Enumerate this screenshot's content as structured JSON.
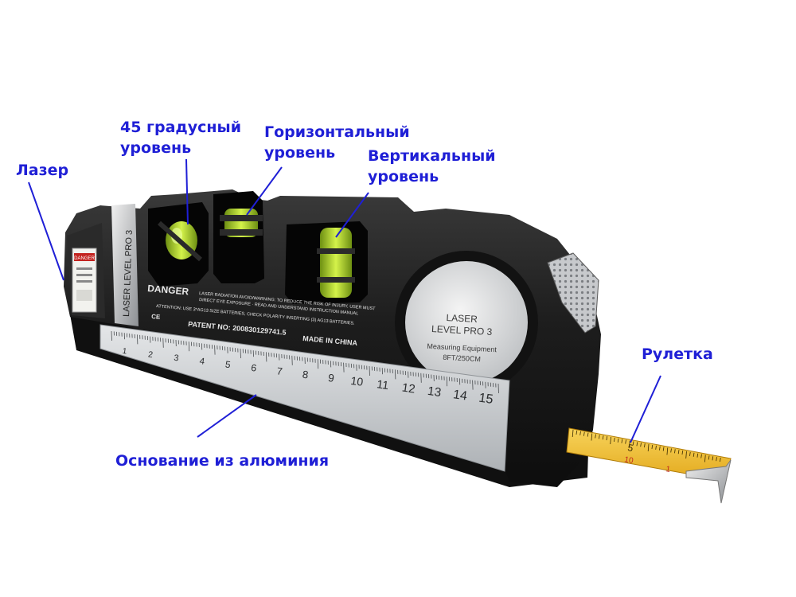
{
  "callouts": {
    "laser": "Лазер",
    "level45": [
      "45 градусный",
      "уровень"
    ],
    "horizontal": [
      "Горизонтальный",
      "уровень"
    ],
    "vertical": [
      "Вертикальный",
      "уровень"
    ],
    "tape": "Рулетка",
    "base": "Основание из алюминия"
  },
  "device": {
    "side_model": "LASER LEVEL PRO 3",
    "dial_line1": "LASER",
    "dial_line2": "LEVEL PRO 3",
    "dial_line3": "Measuring Equipment",
    "dial_line4": "8FT/250CM",
    "danger": "DANGER",
    "warning1": "LASER RADIATION AVOID/WARNING: TO REDUCE THE RISK OF INJURY, USER MUST",
    "warning2": "DIRECT EYE EXPOSURE · READ AND UNDERSTAND INSTRUCTION MANUAL",
    "warning3": "ATTENTION: USE 3*AG13 SIZE BATTERIES, CHECK POLARITY INSERTING (3) AG13 BATTERIES.",
    "patent": "PATENT NO: 200830129741.5",
    "made_in": "MADE IN CHINA",
    "ce": "CE"
  },
  "ruler": {
    "numbers": [
      "1",
      "2",
      "3",
      "4",
      "5",
      "6",
      "7",
      "8",
      "9",
      "10",
      "11",
      "12",
      "13",
      "14",
      "15"
    ]
  },
  "tape": {
    "numbers": [
      "5",
      "10",
      "1"
    ]
  },
  "colors": {
    "label_text": "#1f1fd6",
    "body": "#1c1c1c",
    "bubble": "#b8e02a",
    "ruler": "#cfd2d6",
    "tape": "#f2c230"
  }
}
